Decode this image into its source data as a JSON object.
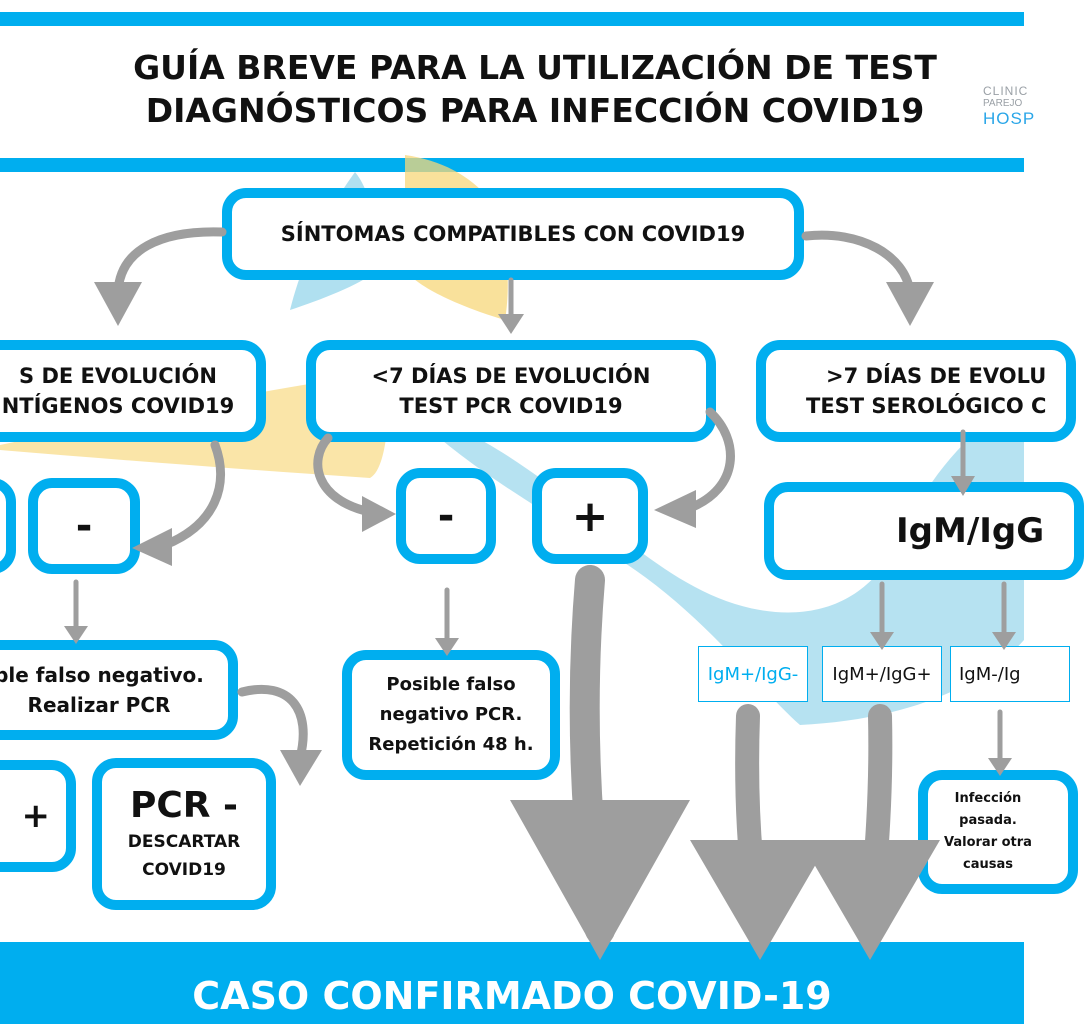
{
  "header": {
    "title_line1": "GUÍA BREVE PARA LA UTILIZACIÓN DE TEST",
    "title_line2": "DIAGNÓSTICOS PARA INFECCIÓN COVID19"
  },
  "logo": {
    "line1": "CLINIC",
    "line2": "PAREJO",
    "line3": "HOSP"
  },
  "nodes": {
    "root": "SÍNTOMAS COMPATIBLES CON COVID19",
    "left": {
      "line1": "S DE EVOLUCIÓN",
      "line2": "NTÍGENOS COVID19"
    },
    "middle": {
      "line1": "<7 DÍAS DE EVOLUCIÓN",
      "line2": "TEST PCR COVID19"
    },
    "right": {
      "line1": ">7 DÍAS DE EVOLU",
      "line2": "TEST SEROLÓGICO C"
    },
    "left_negative": "-",
    "mid_negative": "-",
    "mid_positive": "+",
    "igm_igg": "IgM/IgG",
    "left_result": {
      "line1": "ble falso negativo.",
      "line2": "Realizar PCR"
    },
    "mid_result": {
      "line1": "Posible falso",
      "line2": "negativo PCR.",
      "line3": "Repetición 48 h."
    },
    "pcr_positive": "+",
    "pcr_negative": {
      "title": "PCR -",
      "line1": "DESCARTAR",
      "line2": "COVID19"
    },
    "sero1": "IgM+/IgG-",
    "sero2": "IgM+/IgG+",
    "sero3": "IgM-/Ig",
    "past": {
      "line1": "Infección",
      "line2": "pasada.",
      "line3": "Valorar otra",
      "line4": "causas"
    }
  },
  "footer": {
    "text": "CASO CONFIRMADO COVID-19"
  },
  "colors": {
    "accent": "#00aeef",
    "arrow": "#9e9e9e",
    "overlay_yellow": "#f7d77a",
    "overlay_blue": "#8fd3ea"
  }
}
